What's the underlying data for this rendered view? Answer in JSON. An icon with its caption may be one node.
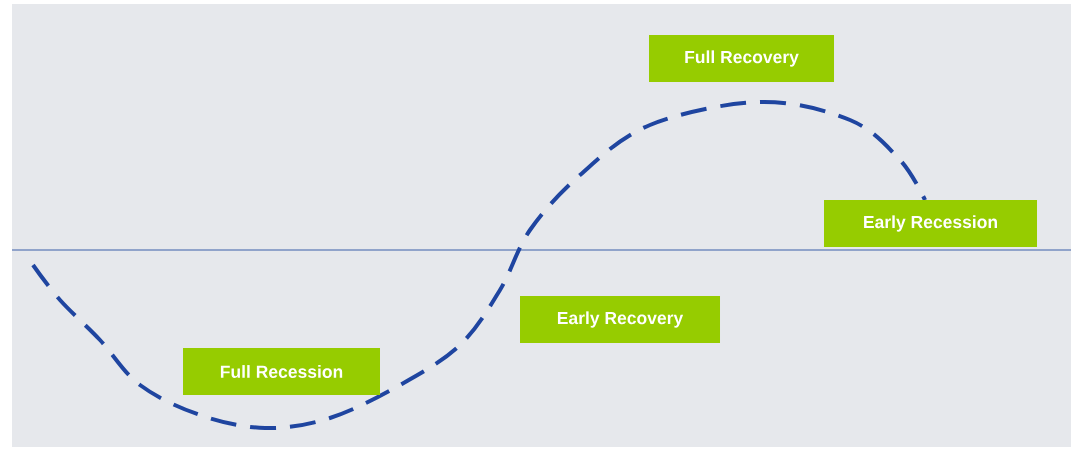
{
  "diagram": {
    "nodes": [
      {
        "text": [
          "Full Recovery"
        ]
      },
      {
        "text": [
          "Early Recession"
        ]
      },
      {
        "text": [
          "Early Recovery"
        ]
      },
      {
        "text": [
          "Full Recession"
        ]
      }
    ]
  }
}
